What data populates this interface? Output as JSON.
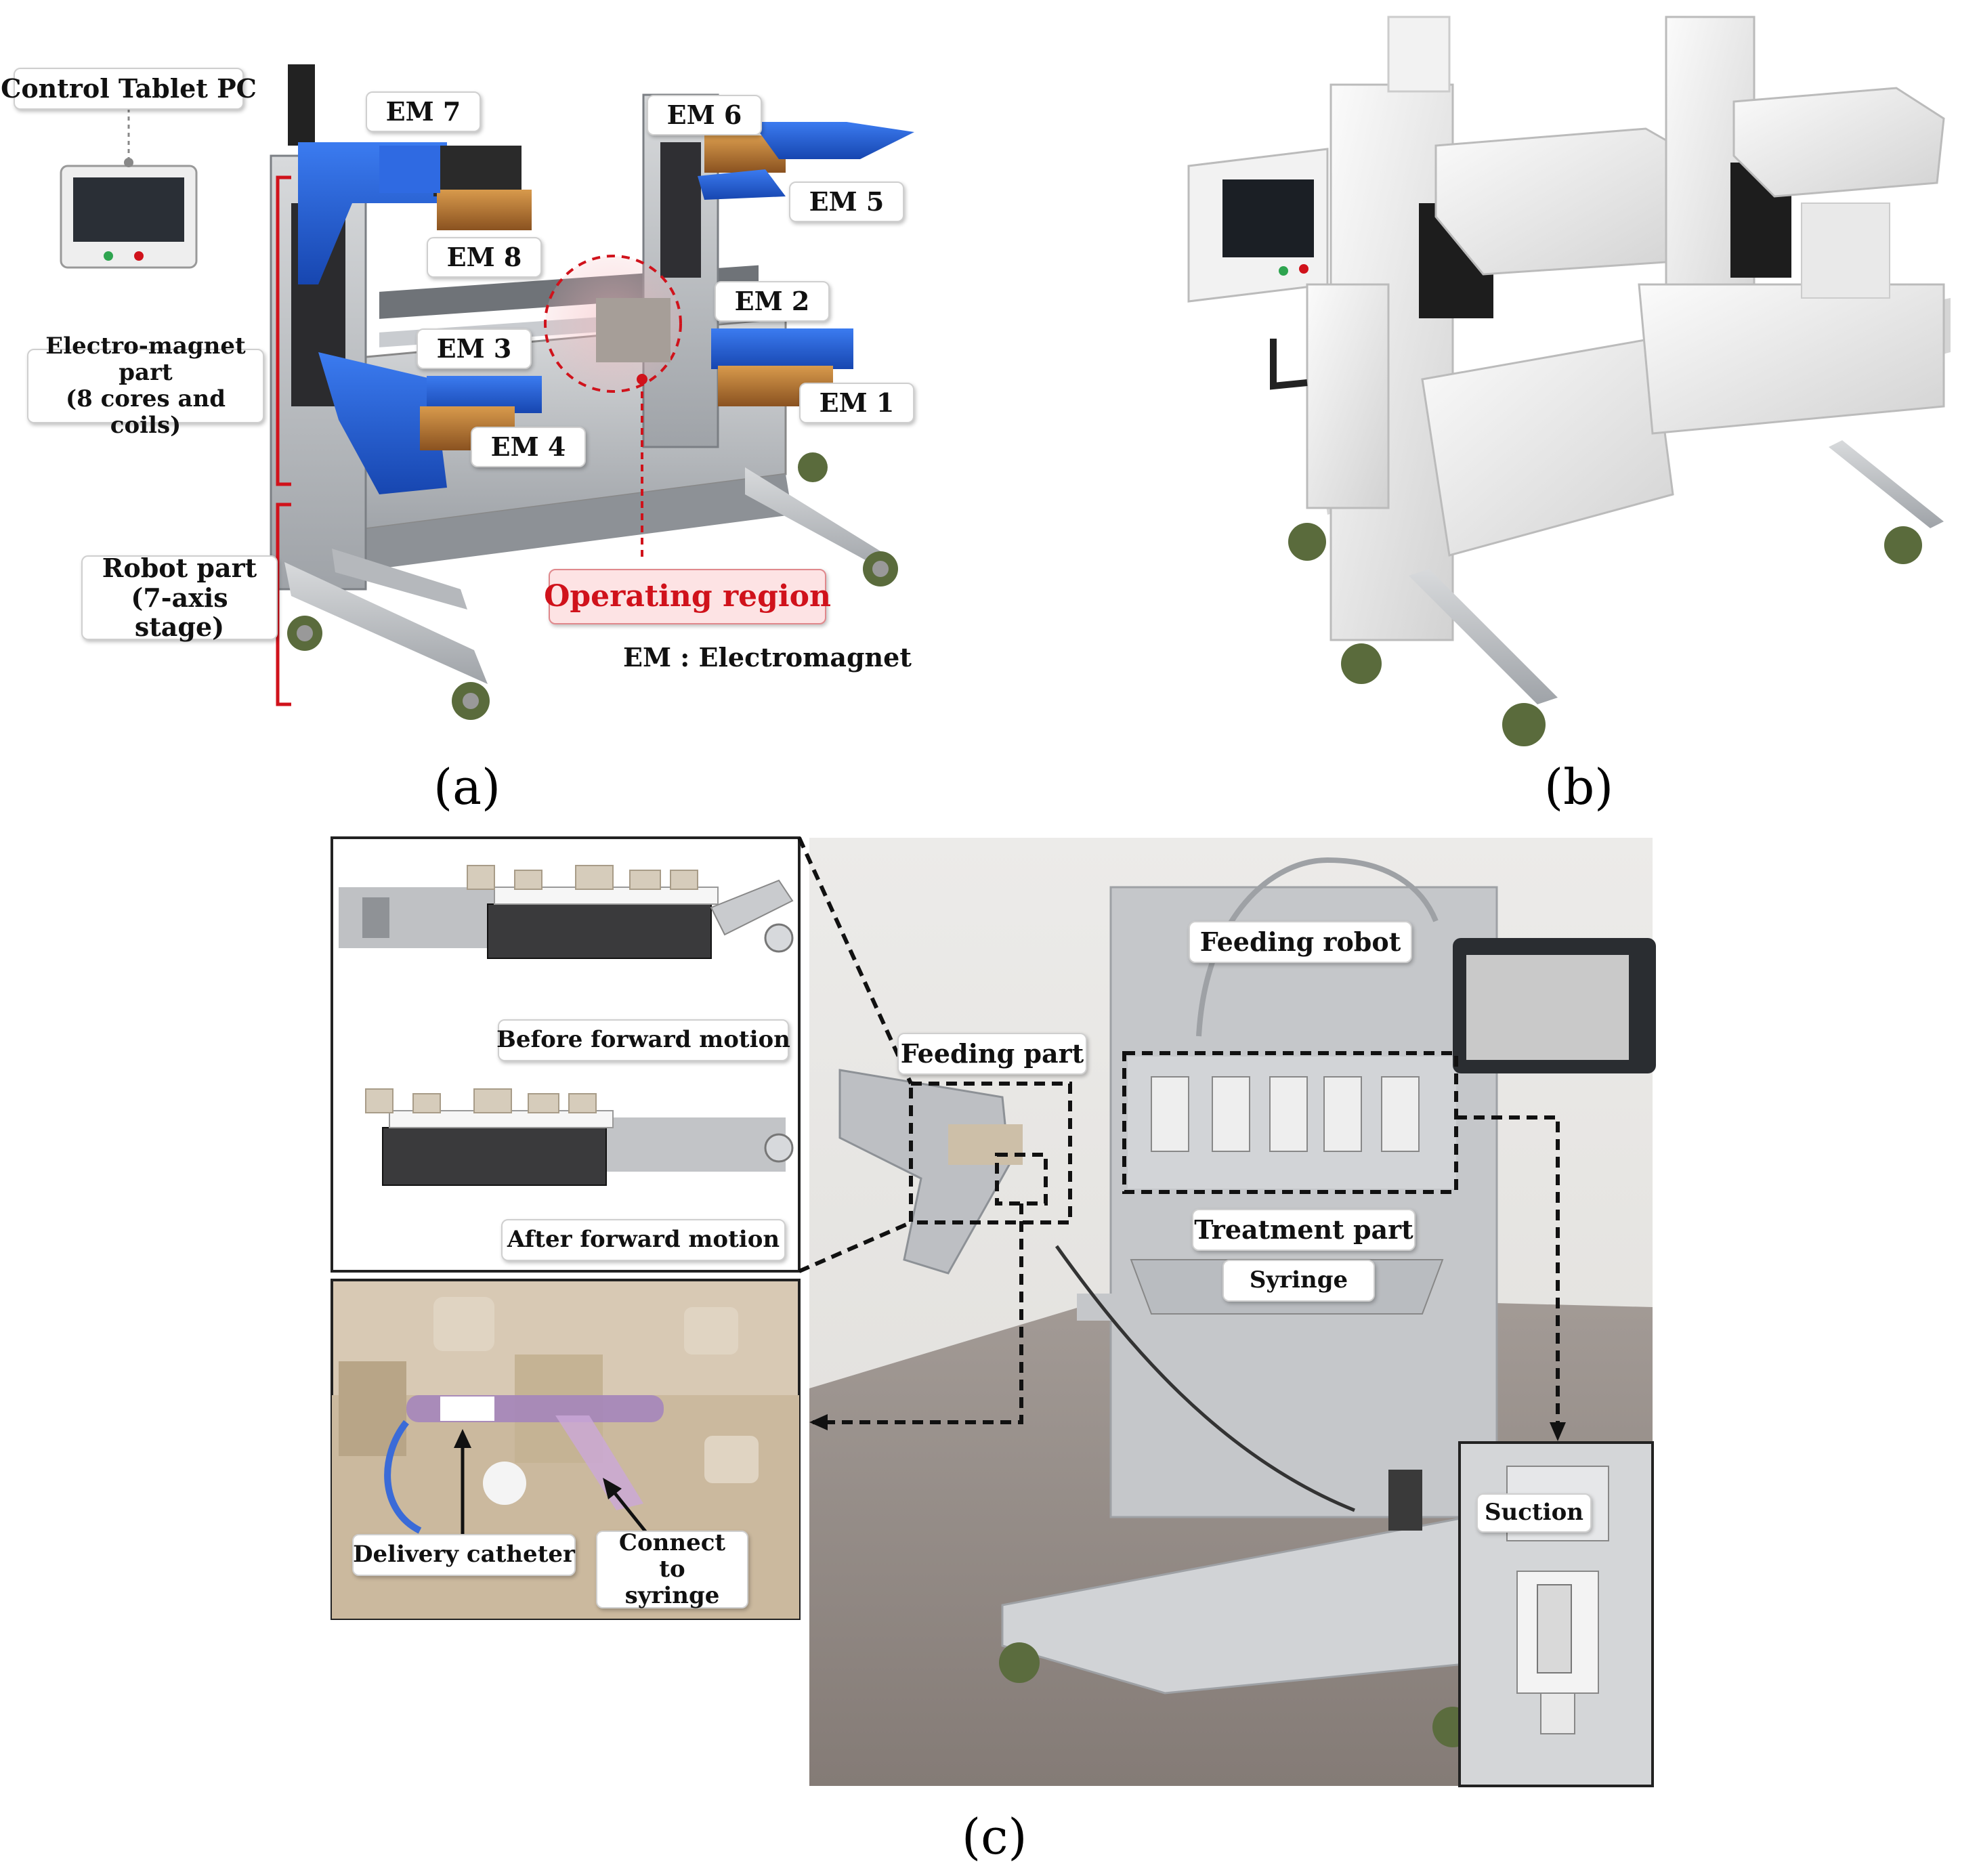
{
  "panel_a": {
    "caption": "(a)",
    "labels": {
      "control_tablet": "Control Tablet PC",
      "em7": "EM 7",
      "em6": "EM 6",
      "em5": "EM 5",
      "em8": "EM 8",
      "em2": "EM 2",
      "em3": "EM 3",
      "em1": "EM 1",
      "em4": "EM 4",
      "electro_magnet_part_line1": "Electro-magnet part",
      "electro_magnet_part_line2": "(8 cores and coils)",
      "robot_part_line1": "Robot part",
      "robot_part_line2": "(7-axis stage)",
      "operating_region": "Operating region",
      "em_legend": "EM : Electromagnet"
    },
    "colors": {
      "magnet_blue": "#1f5fd8",
      "coil_copper": "#b8742f",
      "frame_gray": "#b9bcc0",
      "accent_red": "#d0121b"
    }
  },
  "panel_b": {
    "caption": "(b)",
    "colors": {
      "housing_white": "#eeeeee"
    }
  },
  "panel_c": {
    "caption": "(c)",
    "labels": {
      "before_forward": "Before forward motion",
      "after_forward": "After forward motion",
      "delivery_catheter": "Delivery catheter",
      "connect_line1": "Connect to",
      "connect_line2": "syringe",
      "feeding_robot": "Feeding robot",
      "feeding_part": "Feeding part",
      "treatment_part": "Treatment part",
      "syringe": "Syringe",
      "suction": "Suction"
    }
  }
}
